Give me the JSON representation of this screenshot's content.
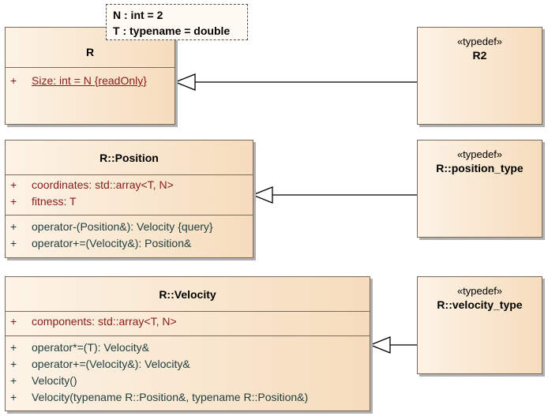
{
  "classes": {
    "r": {
      "name": "R",
      "attributes": [
        {
          "vis": "+",
          "text": "Size: int = N {readOnly}"
        }
      ]
    },
    "position": {
      "name": "R::Position",
      "attributes": [
        {
          "vis": "+",
          "text": "coordinates: std::array<T, N>"
        },
        {
          "vis": "+",
          "text": "fitness: T"
        }
      ],
      "operations": [
        {
          "vis": "+",
          "text": "operator-(Position&): Velocity {query}"
        },
        {
          "vis": "+",
          "text": "operator+=(Velocity&): Position&"
        }
      ]
    },
    "velocity": {
      "name": "R::Velocity",
      "attributes": [
        {
          "vis": "+",
          "text": "components: std::array<T, N>"
        }
      ],
      "operations": [
        {
          "vis": "+",
          "text": "operator*=(T): Velocity&"
        },
        {
          "vis": "+",
          "text": "operator+=(Velocity&): Velocity&"
        },
        {
          "vis": "+",
          "text": "Velocity()"
        },
        {
          "vis": "+",
          "text": "Velocity(typename R::Position&, typename R::Position&)"
        }
      ]
    }
  },
  "typedefs": {
    "r2": {
      "stereotype": "«typedef»",
      "name": "R2"
    },
    "position_type": {
      "stereotype": "«typedef»",
      "name": "R::position_type"
    },
    "velocity_type": {
      "stereotype": "«typedef»",
      "name": "R::velocity_type"
    }
  },
  "template_params": {
    "line1": "N : int = 2",
    "line2": "T : typename = double"
  }
}
